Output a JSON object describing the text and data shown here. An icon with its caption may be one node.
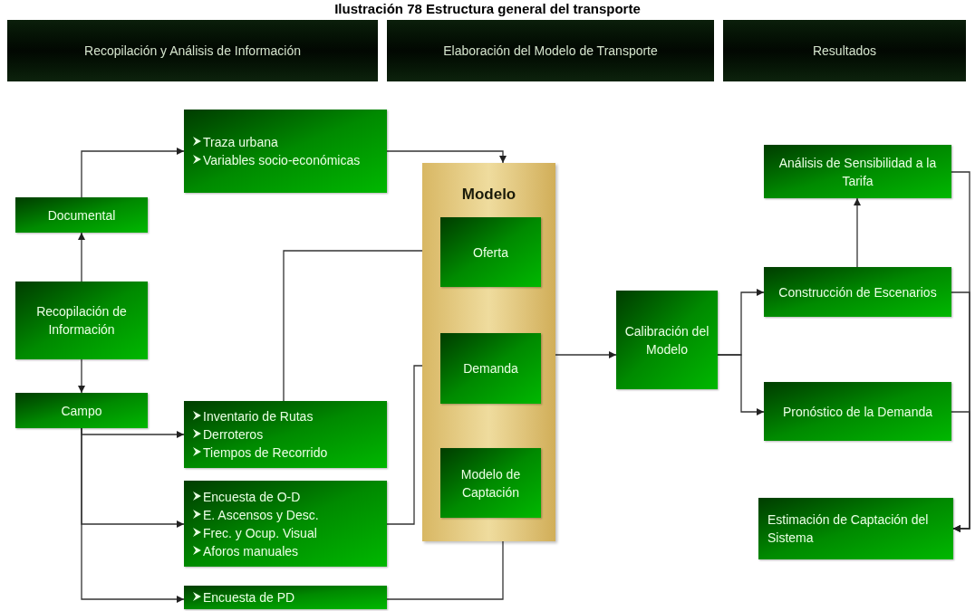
{
  "diagram": {
    "title": "Ilustración 78 Estructura general del transporte",
    "nodes": [
      {
        "text": [
          "Recopilación y Análisis de Información"
        ]
      },
      {
        "text": [
          "Elaboración del Modelo de Transporte"
        ]
      },
      {
        "text": [
          "Resultados"
        ]
      },
      {
        "text": [
          "Traza urbana",
          "Variables socio-económicas"
        ]
      },
      {
        "text": [
          "Documental"
        ]
      },
      {
        "text": [
          "Modelo"
        ]
      },
      {
        "text": [
          "Oferta"
        ],
        "in": 5
      },
      {
        "text": [
          "Demanda"
        ],
        "in": 5
      },
      {
        "text": [
          "Modelo de Captación"
        ],
        "in": 5
      },
      {
        "text": [
          "Recopilación de Información"
        ]
      },
      {
        "text": [
          "Calibración del Modelo"
        ]
      },
      {
        "text": [
          "Análisis de Sensibilidad a la Tarifa"
        ]
      },
      {
        "text": [
          "Construcción de Escenarios"
        ]
      },
      {
        "text": [
          "Campo"
        ]
      },
      {
        "text": [
          "Inventario de Rutas",
          "Derroteros",
          "Tiempos de Recorrido"
        ]
      },
      {
        "text": [
          "Pronóstico de la Demanda"
        ]
      },
      {
        "text": [
          "Encuesta de O-D",
          "E. Ascensos y Desc.",
          "Frec. y Ocup. Visual",
          "Aforos manuales"
        ]
      },
      {
        "text": [
          "Estimación de Captación del Sistema"
        ]
      },
      {
        "text": [
          "Encuesta de PD"
        ]
      }
    ],
    "edges": [
      {
        "from": 9,
        "to": 4,
        "arrow": "to"
      },
      {
        "from": 9,
        "to": 13,
        "arrow": "to"
      },
      {
        "from": 4,
        "to": 3,
        "arrow": "to"
      },
      {
        "from": 3,
        "to": 5,
        "arrow": "to"
      },
      {
        "from": 14,
        "to": 6,
        "arrow": "to"
      },
      {
        "from": 16,
        "to": 7,
        "arrow": "to"
      },
      {
        "from": 18,
        "to": 8,
        "arrow": "to"
      },
      {
        "from": 13,
        "to": 14,
        "arrow": "to"
      },
      {
        "from": 13,
        "to": 16,
        "arrow": "to"
      },
      {
        "from": 13,
        "to": 18,
        "arrow": "to"
      },
      {
        "from": 5,
        "to": 10,
        "arrow": "to"
      },
      {
        "from": 10,
        "to": 12,
        "arrow": "to"
      },
      {
        "from": 10,
        "to": 15,
        "arrow": "to"
      },
      {
        "from": 12,
        "to": 11,
        "arrow": "to"
      },
      {
        "from": 11,
        "to": 17,
        "arrow": "to"
      },
      {
        "from": 12,
        "to": 17,
        "arrow": "to"
      },
      {
        "from": 15,
        "to": 17,
        "arrow": "to"
      }
    ]
  }
}
